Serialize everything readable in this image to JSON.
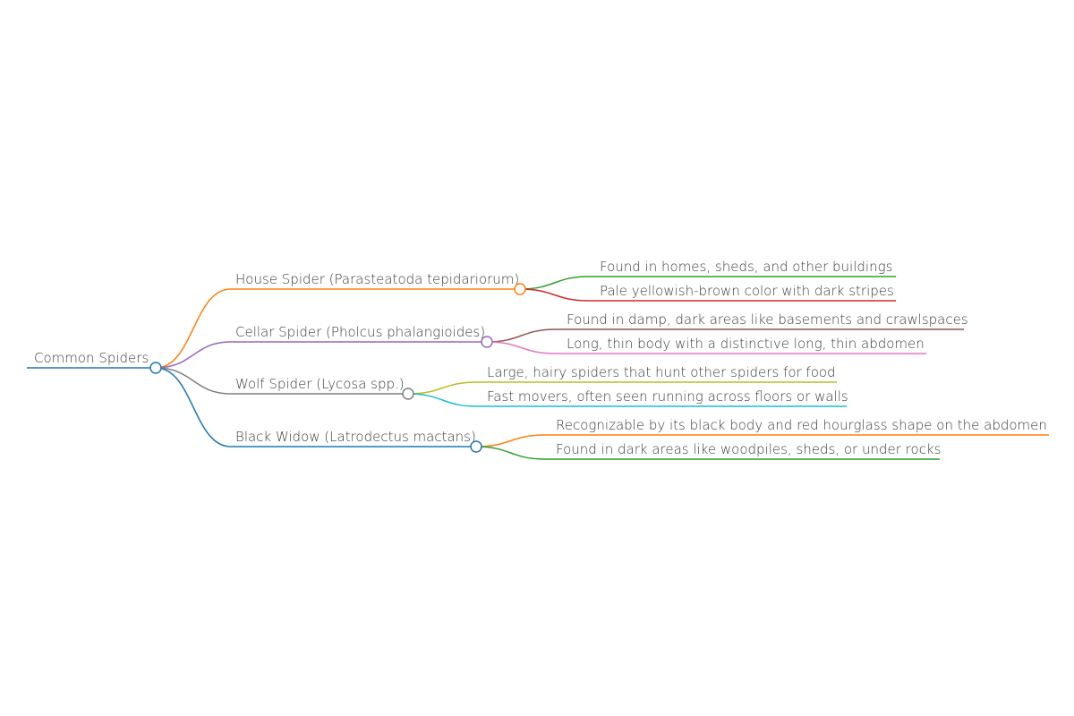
{
  "root": {
    "label": "Common Spiders",
    "color": "#1f77b4"
  },
  "branches": [
    {
      "label": "House Spider (Parasteatoda tepidariorum)",
      "color": "#ff7f0e",
      "children": [
        {
          "label": "Found in homes, sheds, and other buildings",
          "color": "#2ca02c"
        },
        {
          "label": "Pale yellowish-brown color with dark stripes",
          "color": "#d62728"
        }
      ]
    },
    {
      "label": "Cellar Spider (Pholcus phalangioides)",
      "color": "#9467bd",
      "children": [
        {
          "label": "Found in damp, dark areas like basements and crawlspaces",
          "color": "#8c564b"
        },
        {
          "label": "Long, thin body with a distinctive long, thin abdomen",
          "color": "#e377c2"
        }
      ]
    },
    {
      "label": "Wolf Spider (Lycosa spp.)",
      "color": "#7f7f7f",
      "children": [
        {
          "label": "Large, hairy spiders that hunt other spiders for food",
          "color": "#bcbd22"
        },
        {
          "label": "Fast movers, often seen running across floors or walls",
          "color": "#17becf"
        }
      ]
    },
    {
      "label": "Black Widow (Latrodectus mactans)",
      "color": "#1f77b4",
      "children": [
        {
          "label": "Recognizable by its black body and red hourglass shape on the abdomen",
          "color": "#ff7f0e"
        },
        {
          "label": "Found in dark areas like woodpiles, sheds, or under rocks",
          "color": "#2ca02c"
        }
      ]
    }
  ]
}
